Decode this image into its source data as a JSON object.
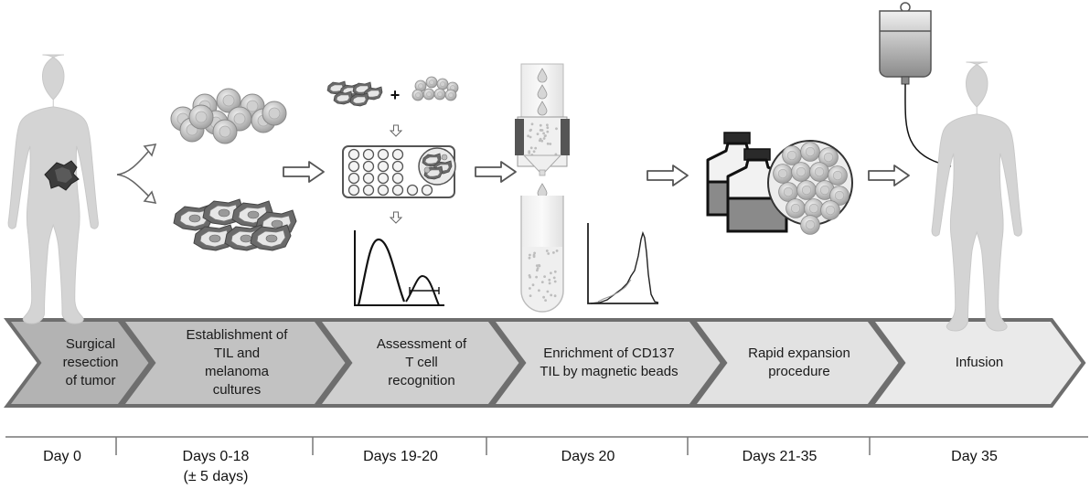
{
  "steps": [
    {
      "label": "Surgical\nresection\nof tumor"
    },
    {
      "label": "Establishment of\nTIL and\nmelanoma\ncultures"
    },
    {
      "label": "Assessment of\nT cell\nrecognition"
    },
    {
      "label": "Enrichment of CD137\nTIL by magnetic beads"
    },
    {
      "label": "Rapid expansion\nprocedure"
    },
    {
      "label": "Infusion"
    }
  ],
  "timeline": [
    {
      "day": "Day 0",
      "sub": ""
    },
    {
      "day": "Days 0-18",
      "sub": "(± 5 days)"
    },
    {
      "day": "Days 19-20",
      "sub": ""
    },
    {
      "day": "Days 20",
      "sub": ""
    },
    {
      "day": "Days 21-35",
      "sub": ""
    },
    {
      "day": "Day 35",
      "sub": ""
    }
  ],
  "plus_sign": "+",
  "colors": {
    "chevron_1": "#b3b3b3",
    "chevron_2": "#c2c2c2",
    "chevron_3": "#cfcfcf",
    "chevron_4": "#d9d9d9",
    "chevron_5": "#e2e2e2",
    "chevron_6": "#eaeaea",
    "chevron_border": "#6e6e6e",
    "figure": "#d4d4d4"
  },
  "icons": [
    "human-figure-icon",
    "tumor-icon",
    "split-arrow-icon",
    "til-cells-icon",
    "melanoma-cells-icon",
    "arrow-icon",
    "well-plate-icon",
    "histogram-icon",
    "magnetic-column-icon",
    "test-tube-icon",
    "flow-histogram-icon",
    "culture-flask-icon",
    "iv-bag-icon"
  ]
}
